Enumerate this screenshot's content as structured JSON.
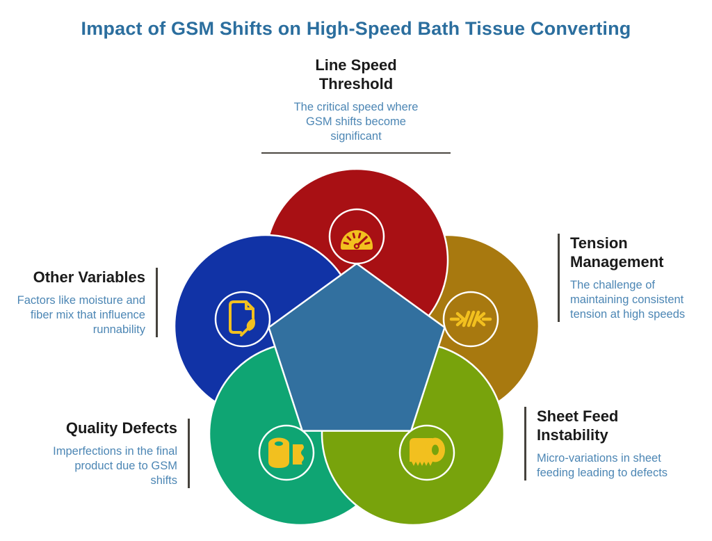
{
  "title": "Impact of GSM Shifts on High-Speed Bath Tissue Converting",
  "colors": {
    "background": "#FFFFFF",
    "title": "#2B6E9E",
    "heading": "#1A1A1A",
    "description": "#4C86B4",
    "divider": "#45423C",
    "pentagon": "#32709F",
    "icon": "#F2C01F",
    "ring": "#FFFFFF"
  },
  "sections": {
    "line_speed": {
      "heading": "Line Speed Threshold",
      "description": "The critical speed where GSM shifts become significant",
      "color": "#A81014",
      "icon": "speedometer-icon",
      "position": "top"
    },
    "tension": {
      "heading": "Tension Management",
      "description": "The challenge of maintaining consistent tension at high speeds",
      "color": "#A8790F",
      "icon": "tension-compress-icon",
      "position": "right"
    },
    "sheet_feed": {
      "heading": "Sheet Feed Instability",
      "description": "Micro-variations in sheet feeding leading to defects",
      "color": "#78A30C",
      "icon": "toilet-paper-icon",
      "position": "bottom-right"
    },
    "quality": {
      "heading": "Quality Defects",
      "description": "Imperfections in the final product due to GSM shifts",
      "color": "#0FA573",
      "icon": "paper-roll-icon",
      "position": "bottom-left"
    },
    "other": {
      "heading": "Other Variables",
      "description": "Factors like moisture and fiber mix that influence runnability",
      "color": "#1133A6",
      "icon": "document-leaf-icon",
      "position": "left"
    }
  }
}
